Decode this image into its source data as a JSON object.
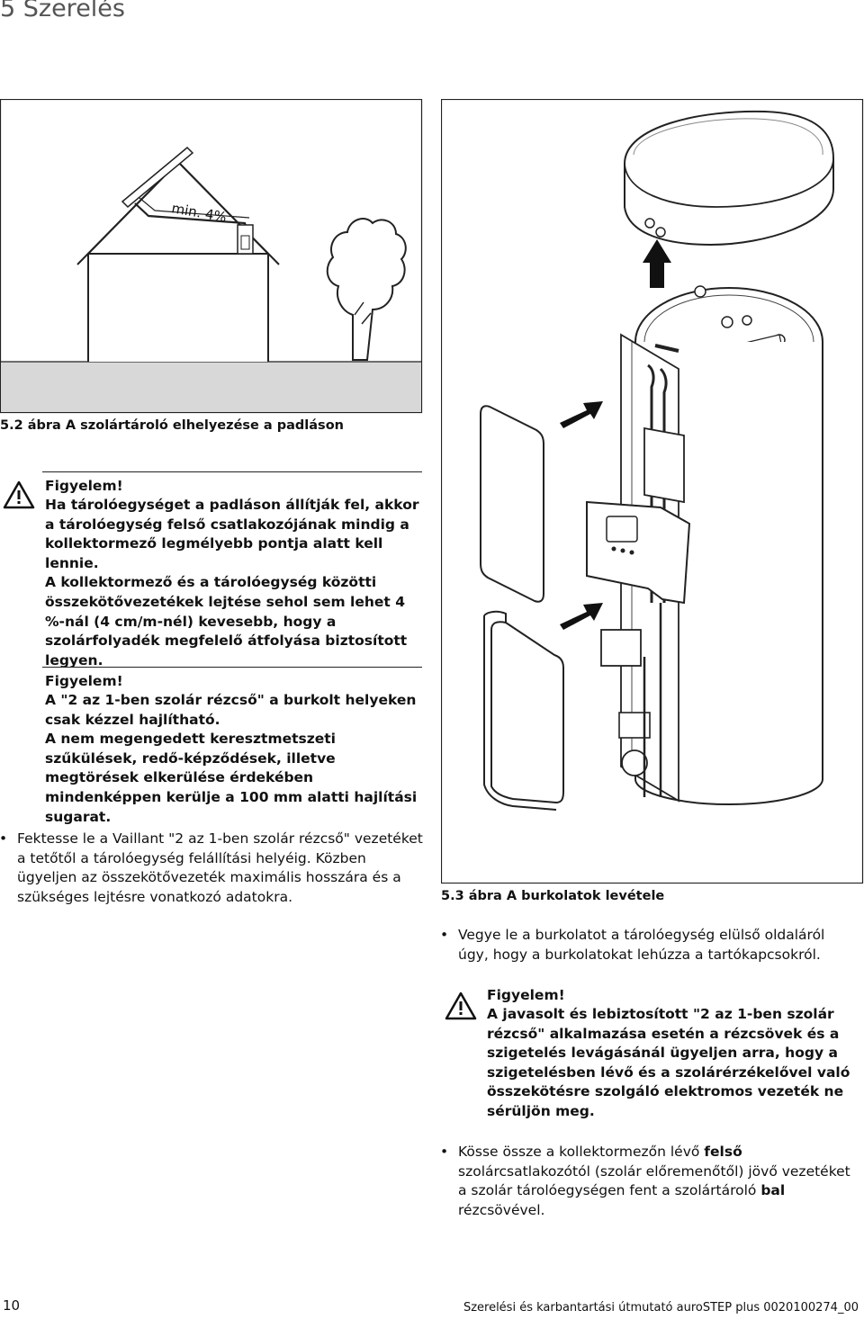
{
  "header": {
    "section_title": "5 Szerelés"
  },
  "figure_52": {
    "label": "min. 4%",
    "caption_num": "5.2 ábra",
    "caption_text": "A szolártároló elhelyezése a padláson"
  },
  "warning1": {
    "title": "Figyelem!",
    "text": "Ha tárolóegységet a padláson állítják fel, akkor a tárolóegység felső csatlakozójának mindig a kollektormező legmélyebb pontja alatt kell lennie.",
    "text2": "A kollektormező és a tárolóegység közötti összekötővezetékek lejtése sehol sem lehet 4 %-nál (4 cm/m-nél) kevesebb, hogy a szolárfolyadék megfelelő átfolyása biztosított legyen."
  },
  "warning2": {
    "title": "Figyelem!",
    "text": "A \"2 az 1-ben szolár rézcső\" a burkolt helyeken csak kézzel hajlítható.",
    "text2": "A nem megengedett keresztmetszeti szűkülések, redő-képződések, illetve megtörések elkerülése érdekében mindenképpen kerülje a 100 mm alatti hajlítási sugarat."
  },
  "bullet1": {
    "marker": "•",
    "text": "Fektesse le a Vaillant \"2 az 1-ben szolár rézcső\" vezetéket a tetőtől a tárolóegység felállítási helyéig. Közben ügyeljen az összekötővezeték maximális hosszára és a szükséges lejtésre vonatkozó adatokra."
  },
  "figure_53": {
    "caption_num": "5.3 ábra",
    "caption_text": "A burkolatok levétele"
  },
  "bullet2": {
    "marker": "•",
    "text": "Vegye le a burkolatot a tárolóegység elülső oldaláról úgy, hogy a burkolatokat lehúzza a tartókapcsokról."
  },
  "warning3": {
    "title": "Figyelem!",
    "text": "A javasolt és lebiztosított \"2 az 1-ben szolár rézcső\" alkalmazása esetén a rézcsövek és a szigetelés levágásánál ügyeljen arra, hogy a szigetelésben lévő és a szolárérzékelővel való összekötésre szolgáló elektromos vezeték ne sérüljön meg."
  },
  "bullet3": {
    "marker": "•",
    "text_a": "Kösse össze a kollektormezőn lévő ",
    "text_b": "felső",
    "text_c": " szolárcsatlakozótól (szolár előremenőtől) jövő vezetéket a szolár tárolóegységen fent a szolártároló ",
    "text_d": "bal",
    "text_e": " rézcsövével."
  },
  "footer": {
    "page_number": "10",
    "doc_title": "Szerelési és karbantartási útmutató auroSTEP plus 0020100274_00"
  }
}
